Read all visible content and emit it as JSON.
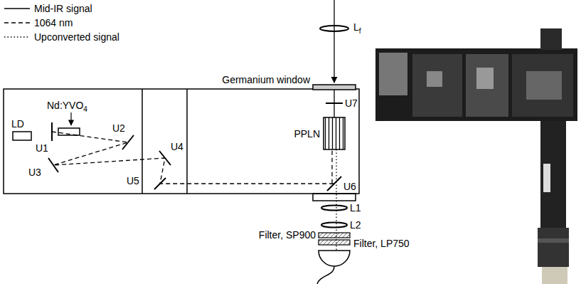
{
  "diagram": {
    "labels": [
      "Lf",
      "Germanium window",
      "U7",
      "PPLN",
      "Nd:YVO4",
      "LD",
      "U1",
      "U2",
      "U3",
      "U4",
      "U5",
      "U6",
      "L1",
      "L2",
      "Filter, SP900",
      "Filter, LP750"
    ],
    "legend": [
      {
        "text": "Mid-IR signal"
      },
      {
        "text": "1064 nm"
      },
      {
        "text": "Upconverted signal"
      }
    ]
  }
}
